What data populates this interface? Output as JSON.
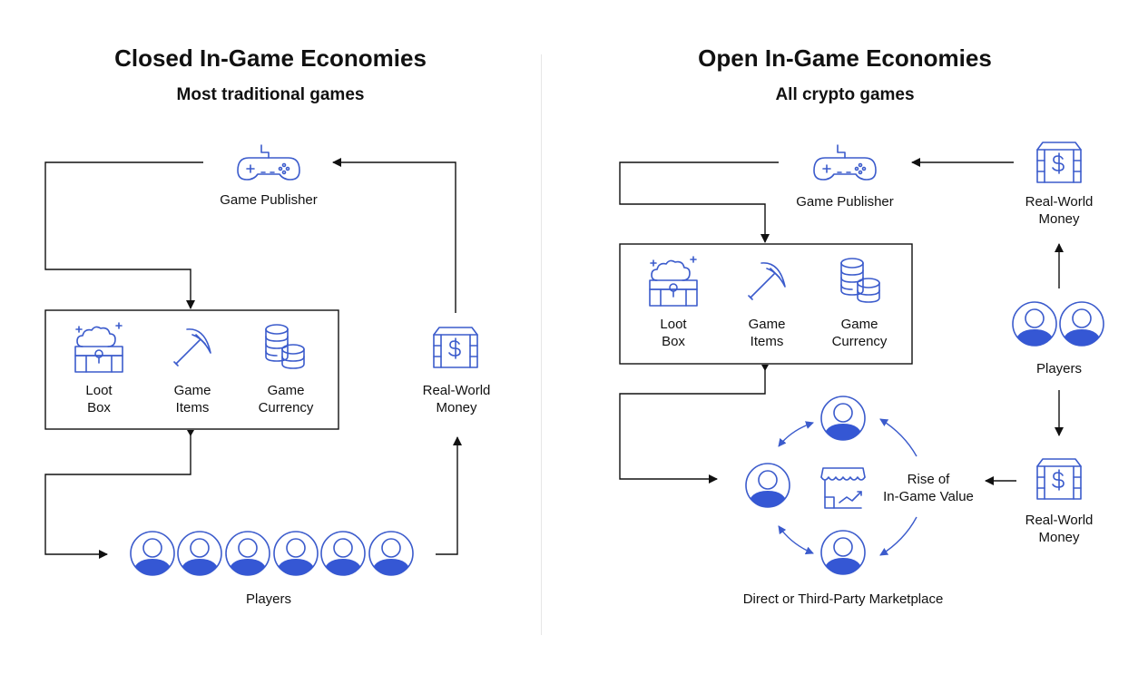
{
  "left": {
    "title": "Closed In-Game Economies",
    "subtitle": "Most traditional games",
    "publisher_label": "Game Publisher",
    "loot_box_label": [
      "Loot",
      "Box"
    ],
    "game_items_label": [
      "Game",
      "Items"
    ],
    "game_currency_label": [
      "Game",
      "Currency"
    ],
    "money_label": [
      "Real-World",
      "Money"
    ],
    "players_label": "Players"
  },
  "right": {
    "title": "Open In-Game Economies",
    "subtitle": "All crypto games",
    "publisher_label": "Game Publisher",
    "loot_box_label": [
      "Loot",
      "Box"
    ],
    "game_items_label": [
      "Game",
      "Items"
    ],
    "game_currency_label": [
      "Game",
      "Currency"
    ],
    "money_top_label": [
      "Real-World",
      "Money"
    ],
    "players_label": "Players",
    "money_bottom_label": [
      "Real-World",
      "Money"
    ],
    "value_label": [
      "Rise of",
      "In-Game Value"
    ],
    "marketplace_label": "Direct or Third-Party Marketplace"
  },
  "colors": {
    "icon": "#3b5bcc",
    "avatar_fill": "#3557d4",
    "line": "#111111"
  },
  "icons": [
    "gamepad-icon",
    "loot-box-icon",
    "pickaxe-icon",
    "coins-icon",
    "money-icon",
    "player-avatar-icon",
    "market-stall-icon"
  ]
}
